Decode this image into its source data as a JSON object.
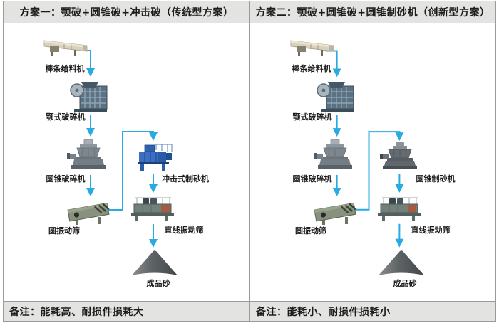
{
  "colors": {
    "flow_blue": "#29abe2",
    "band_bg": "#e3e3e1",
    "border_gray": "#9a9a9a",
    "text": "#1c1c1c"
  },
  "panels": [
    {
      "header": "方案一：颚破+圆锥破+冲击破（传统型方案）",
      "note": "备注：能耗高、耐损件损耗大",
      "machines": {
        "feeder": "棒条给料机",
        "jaw_crusher": "颚式破碎机",
        "cone_crusher": "圆锥破碎机",
        "circular_screen": "圆振动筛",
        "sand_maker": "冲击式制砂机",
        "linear_screen": "直线振动筛",
        "product": "成品砂"
      }
    },
    {
      "header": "方案二：颚破+圆锥破+圆锥制砂机（创新型方案）",
      "note": "备注：能耗小、耐损件损耗小",
      "machines": {
        "feeder": "棒条给料机",
        "jaw_crusher": "颚式破碎机",
        "cone_crusher": "圆锥破碎机",
        "circular_screen": "圆振动筛",
        "sand_maker": "圆锥制砂机",
        "linear_screen": "直线振动筛",
        "product": "成品砂"
      }
    }
  ]
}
